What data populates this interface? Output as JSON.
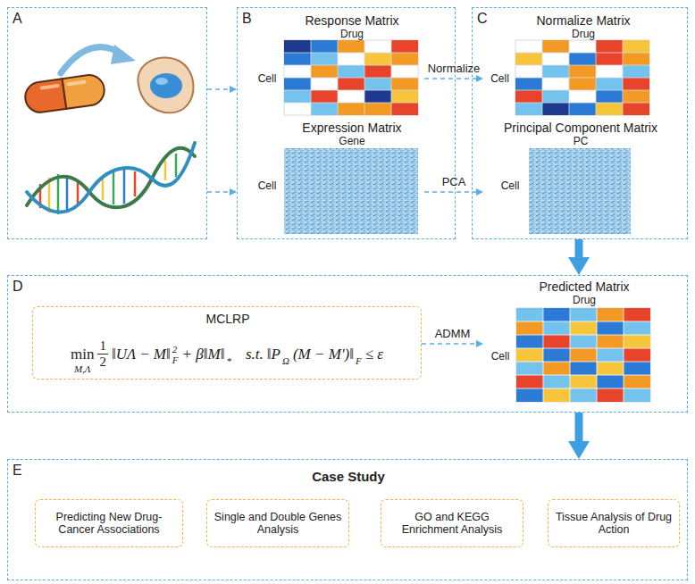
{
  "diagram": {
    "nodes": [
      {
        "text": [
          "A"
        ]
      },
      {
        "text": [
          "B"
        ]
      },
      {
        "text": [
          "Response Matrix",
          "Drug",
          "Cell"
        ],
        "in": 1
      },
      {
        "text": [
          "Expression Matrix",
          "Gene",
          "Cell"
        ],
        "in": 1
      },
      {
        "text": [
          "C"
        ]
      },
      {
        "text": [
          "Normalize Matrix",
          "Drug",
          "Cell"
        ],
        "in": 4
      },
      {
        "text": [
          "Principal Component Matrix",
          "PC",
          "Cell"
        ],
        "in": 4
      },
      {
        "text": [
          "D"
        ]
      },
      {
        "text": [
          "MCLRP",
          "min",
          "M,Λ",
          "1",
          "2",
          "‖UΛ − M‖",
          "2",
          "F",
          "+ β‖M‖",
          "*",
          "s.t.",
          "‖P",
          "Ω",
          "(M − M′)‖",
          "F",
          "≤ ε"
        ],
        "in": 7
      },
      {
        "text": [
          "Predicted Matrix",
          "Drug",
          "Cell"
        ],
        "in": 7
      },
      {
        "text": [
          "E",
          "Case Study"
        ]
      },
      {
        "text": [
          "Predicting New Drug-Cancer Associations"
        ],
        "in": 10
      },
      {
        "text": [
          "Single and Double Genes Analysis"
        ],
        "in": 10
      },
      {
        "text": [
          "GO and KEGG Enrichment Analysis"
        ],
        "in": 10
      },
      {
        "text": [
          "Tissue Analysis of Drug Action"
        ],
        "in": 10
      }
    ],
    "edges": [
      {
        "from": 0,
        "to": 1,
        "arrow": "to"
      },
      {
        "from": 0,
        "to": 1,
        "arrow": "to"
      },
      {
        "from": 2,
        "to": 5,
        "label": "Normalize",
        "arrow": "to"
      },
      {
        "from": 3,
        "to": 6,
        "label": "PCA",
        "arrow": "to"
      },
      {
        "from": 4,
        "to": 7,
        "arrow": "to"
      },
      {
        "from": 8,
        "to": 9,
        "label": "ADMM",
        "arrow": "to"
      },
      {
        "from": 7,
        "to": 10,
        "arrow": "to"
      }
    ]
  }
}
